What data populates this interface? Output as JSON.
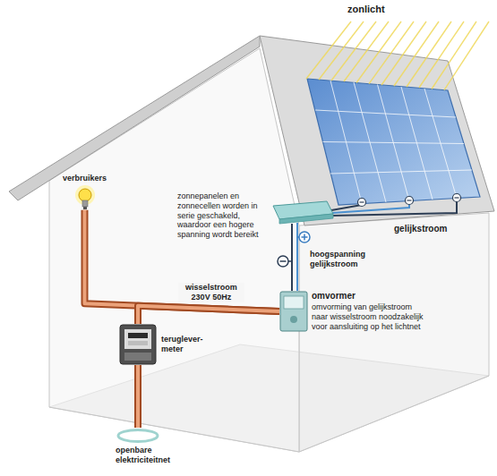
{
  "diagram": {
    "nodes": [
      {
        "text": [
          "verbruikers"
        ]
      },
      {
        "text": [
          "omvormer",
          "omvorming van gelijkstroom naar wisselstroom noodzakelijk voor aansluiting op het lichtnet"
        ]
      },
      {
        "text": [
          "teruglever-meter"
        ]
      },
      {
        "text": [
          "openbare elektriciteitnet"
        ]
      }
    ],
    "edges": [
      {
        "from": 1,
        "to": 0,
        "label": "wisselstroom 230V 50Hz",
        "arrow": "none"
      },
      {
        "from": 1,
        "to": 2,
        "arrow": "none"
      },
      {
        "from": 2,
        "to": 3,
        "arrow": "none"
      }
    ],
    "labels": [
      "zonlicht",
      "zonnepanelen en zonnecellen worden in serie geschakeld, waardoor een hogere spanning wordt bereikt",
      "gelijkstroom",
      "hoogspanning gelijkstroom"
    ]
  }
}
